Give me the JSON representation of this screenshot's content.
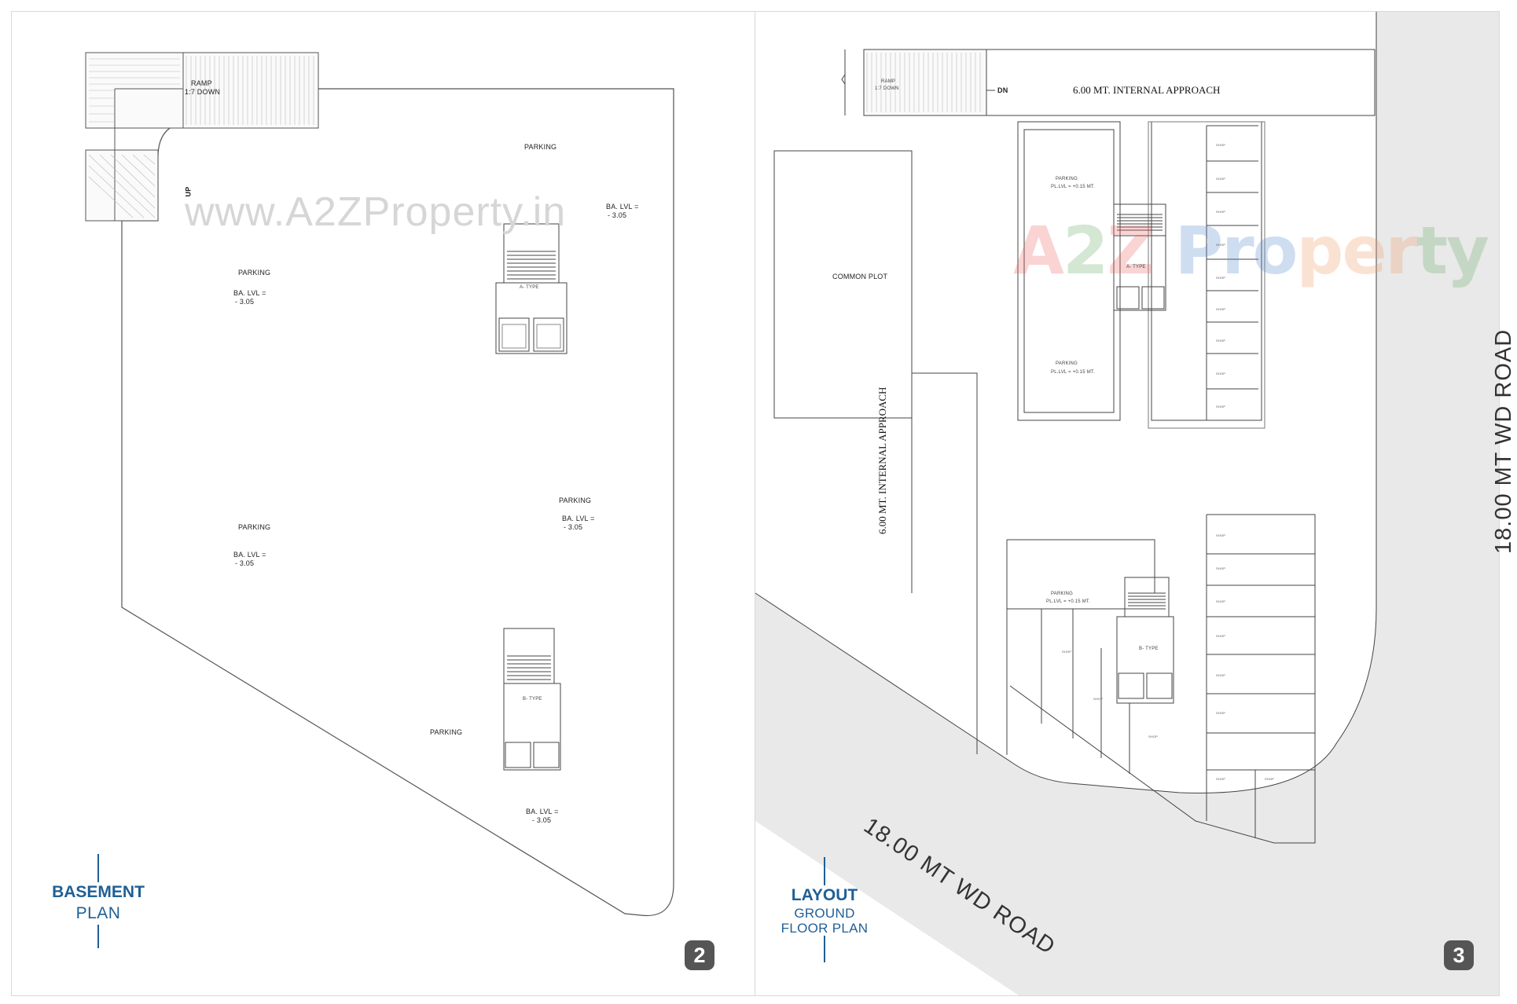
{
  "left_sheet": {
    "watermark": "www.A2ZProperty.in",
    "ramp_label": "RAMP",
    "ramp_slope": "1:7 DOWN",
    "up_label": "UP",
    "parking_label": "PARKING",
    "level_label": "BA. LVL =",
    "level_value": "- 3.05",
    "core_a_label": "A- TYPE",
    "core_b_label": "B- TYPE",
    "plan_title": "BASEMENT",
    "plan_subtitle": "PLAN",
    "page_number": "2"
  },
  "right_sheet": {
    "ramp_label": "RAMP",
    "ramp_slope": "1:7 DOWN",
    "dn_label": "DN",
    "approach_top": "6.00 MT. INTERNAL APPROACH",
    "approach_side": "6.00 MT. INTERNAL APPROACH",
    "common_plot": "COMMON PLOT",
    "road_right": "18.00 MT WD ROAD",
    "road_bottom": "18.00 MT WD ROAD",
    "parking_label": "PARKING",
    "parking_level": "PL.LVL = +0.15 MT.",
    "shop_label": "SHOP",
    "core_a_label": "A- TYPE",
    "core_b_label": "B- TYPE",
    "plan_title": "LAYOUT",
    "plan_subtitle": "GROUND",
    "plan_subtitle2": "FLOOR PLAN",
    "logo_text": "A2Z Property",
    "page_number": "3"
  },
  "colors": {
    "accent": "#1f5f95",
    "road_fill": "#e9e9e9",
    "badge": "#555555"
  }
}
